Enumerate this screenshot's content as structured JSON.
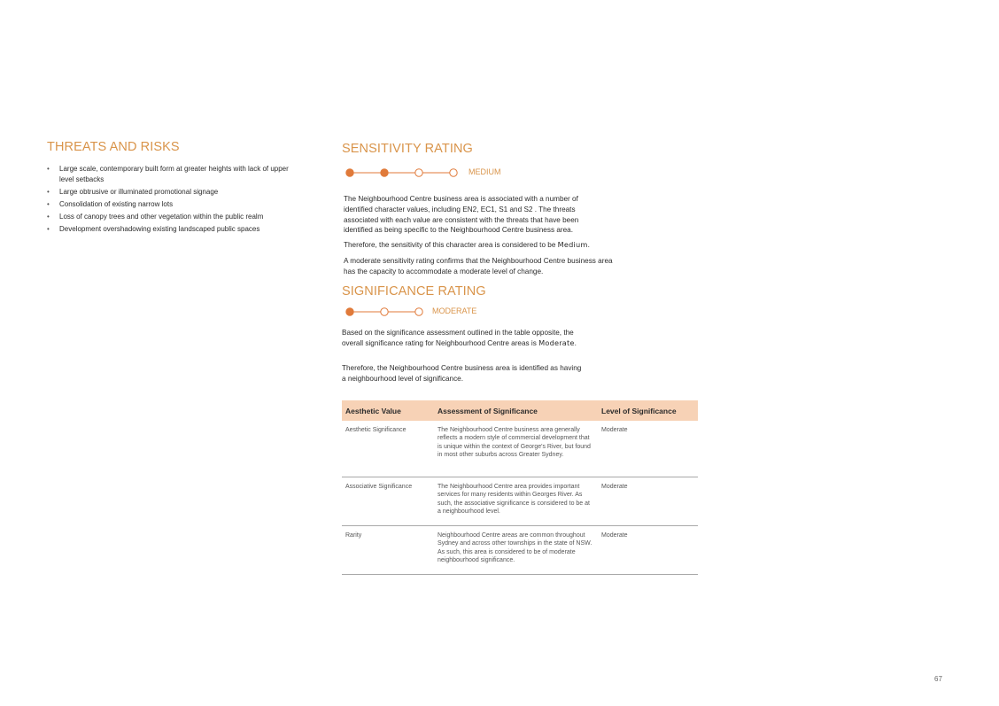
{
  "threats": {
    "heading": "THREATS AND RISKS",
    "items": [
      "Large scale, contemporary built form at greater heights with lack of upper level setbacks",
      "Large obtrusive or illuminated promotional signage",
      "Consolidation of existing narrow lots",
      "Loss of canopy trees and other vegetation within the public realm",
      "Development overshadowing existing landscaped public spaces"
    ]
  },
  "sensitivity": {
    "heading": "SENSITIVITY RATING",
    "rating_label": "MEDIUM",
    "filled_steps": 2,
    "total_steps": 4,
    "p1": "The Neighbourhood Centre business area is associated with a number of identified character values, including EN2, EC1, S1 and S2 . The threats associated with each value are consistent with the threats that have been identified as being specific to the Neighbourhood Centre business area.",
    "p2_prefix": "Therefore, the sensitivity of this character area is considered to be ",
    "p2_value": "Medium",
    "p2_suffix": ".",
    "p3": "A moderate sensitivity rating confirms that the Neighbourhood Centre business area has the capacity to accommodate a moderate level of change."
  },
  "significance": {
    "heading": "SIGNIFICANCE RATING",
    "rating_label": "MODERATE",
    "filled_steps": 1,
    "total_steps": 3,
    "p1_text": "Based on the significance assessment outlined in the table opposite, the overall significance rating for Neighbourhood Centre areas is ",
    "p1_value": "Moderate",
    "p1_suffix": ".",
    "p2": "Therefore, the Neighbourhood Centre business area is identified as having a neighbourhood level of significance."
  },
  "table": {
    "headers": [
      "Aesthetic Value",
      "Assessment of Significance",
      "Level of Significance"
    ],
    "rows": [
      {
        "value": "Aesthetic Significance",
        "assessment": "The Neighbourhood Centre business area generally reflects a modern style of commercial development that is unique within the context of George's River, but found in most other suburbs across Greater Sydney.",
        "level": "Moderate"
      },
      {
        "value": "Associative Significance",
        "assessment": "The Neighbourhood Centre area provides important services for many residents within Georges River. As such, the associative significance is considered to be at a neighbourhood level.",
        "level": "Moderate"
      },
      {
        "value": "Rarity",
        "assessment": "Neighbourhood Centre areas are common throughout Sydney and across other townships in the state of NSW. As such, this area is considered to be of moderate neighbourhood significance.",
        "level": "Moderate"
      }
    ]
  },
  "page_number": "67",
  "colors": {
    "accent": "#d9944a",
    "rating_dot": "#e07a3a",
    "table_header_bg": "#f7d2b6"
  }
}
